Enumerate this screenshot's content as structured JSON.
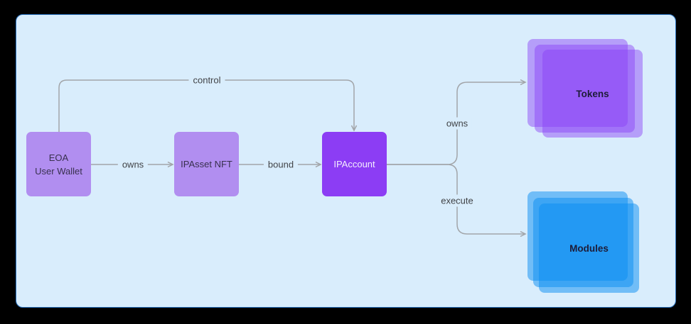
{
  "diagram": {
    "nodes": {
      "eoa": {
        "line1": "EOA",
        "line2": "User Wallet"
      },
      "ipasset": {
        "label": "IPAsset NFT"
      },
      "ipaccount": {
        "label": "IPAccount"
      },
      "tokens": {
        "label": "Tokens"
      },
      "modules": {
        "label": "Modules"
      }
    },
    "edges": {
      "owns_left": {
        "label": "owns"
      },
      "bound": {
        "label": "bound"
      },
      "control": {
        "label": "control"
      },
      "owns_right": {
        "label": "owns"
      },
      "execute": {
        "label": "execute"
      }
    }
  },
  "colors": {
    "page_bg": "#000000",
    "panel_bg": "#d9edfc",
    "panel_border": "#2b74c2",
    "node_light_fill": "#b18ef0",
    "node_dark_fill": "#8c3df4",
    "node_light_text": "#38304e",
    "node_dark_text": "#f5efff",
    "stack_purple": "rgba(138,61,246,0.45)",
    "stack_blue": "rgba(10,142,242,0.50)",
    "stack_label_text": "#1d1c38",
    "edge_line": "#a2a5a9",
    "edge_label_text": "#414347"
  }
}
